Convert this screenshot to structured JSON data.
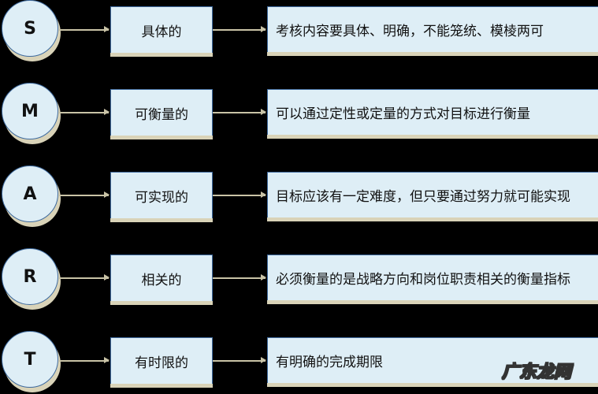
{
  "rows": [
    {
      "letter": "S",
      "term": "具体的",
      "desc": "考核内容要具体、明确，不能笼统、模棱两可"
    },
    {
      "letter": "M",
      "term": "可衡量的",
      "desc": "可以通过定性或定量的方式对目标进行衡量"
    },
    {
      "letter": "A",
      "term": "可实现的",
      "desc": "目标应该有一定难度，但只要通过努力就可能实现"
    },
    {
      "letter": "R",
      "term": "相关的",
      "desc": "必须衡量的是战略方向和岗位职责相关的衡量指标"
    },
    {
      "letter": "T",
      "term": "有时限的",
      "desc": "有明确的完成期限"
    }
  ],
  "watermark": "广东龙网"
}
